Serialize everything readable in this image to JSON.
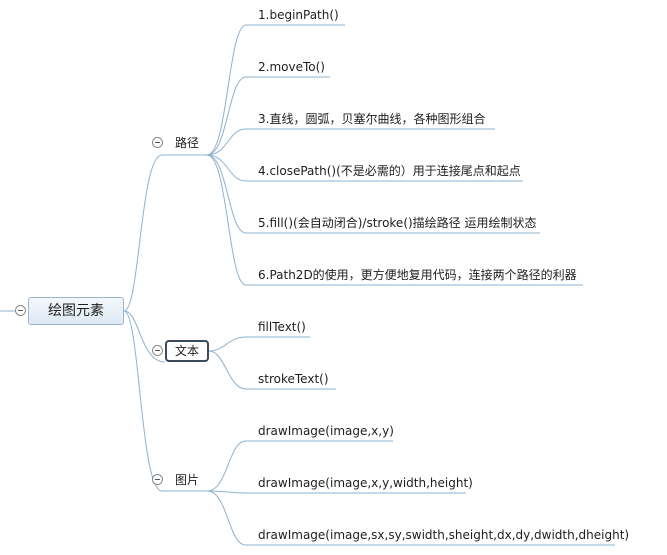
{
  "root": {
    "label": "绘图元素"
  },
  "branches": [
    {
      "id": "path",
      "label": "路径",
      "children": [
        "1.beginPath()",
        "2.moveTo()",
        "3.直线，圆弧，贝塞尔曲线，各种图形组合",
        "4.closePath()(不是必需的）用于连接尾点和起点",
        "5.fill()(会自动闭合)/stroke()描绘路径 运用绘制状态",
        "6.Path2D的使用，更方便地复用代码，连接两个路径的利器"
      ]
    },
    {
      "id": "text",
      "label": "文本",
      "selected": true,
      "children": [
        "fillText()",
        "strokeText()"
      ]
    },
    {
      "id": "image",
      "label": "图片",
      "children": [
        "drawImage(image,x,y)",
        "drawImage(image,x,y,width,height)",
        "drawImage(image,sx,sy,swidth,sheight,dx,dy,dwidth,dheight)"
      ]
    }
  ],
  "colors": {
    "connector": "#8fb1cf",
    "toggle_border": "#8a8a8a",
    "root_border": "#9cb4cf",
    "selection_border": "#3b4a5c"
  }
}
